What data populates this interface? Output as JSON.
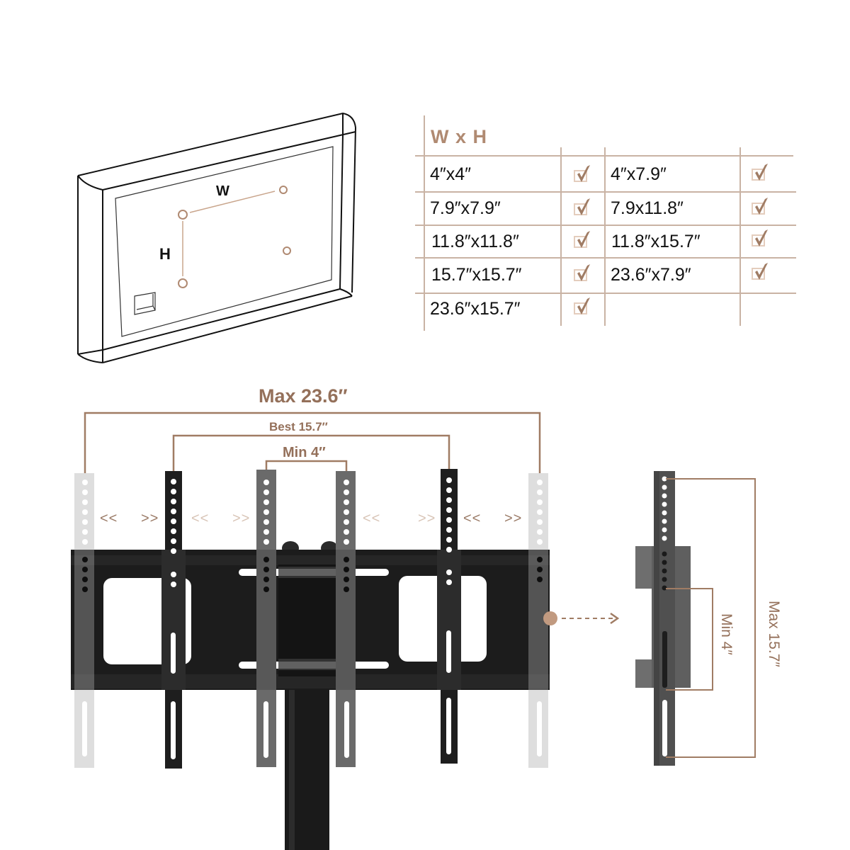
{
  "tv_diagram": {
    "width_label": "W",
    "height_label": "H"
  },
  "vesa_table": {
    "title": "W x H",
    "rows": [
      {
        "left": "4″x4″",
        "left_checked": true,
        "right": "4″x7.9″",
        "right_checked": true
      },
      {
        "left": "7.9″x7.9″",
        "left_checked": true,
        "right": "7.9x11.8″",
        "right_checked": true
      },
      {
        "left": "11.8″x11.8″",
        "left_checked": true,
        "right": "11.8″x15.7″",
        "right_checked": true
      },
      {
        "left": "15.7″x15.7″",
        "left_checked": true,
        "right": "23.6″x7.9″",
        "right_checked": true
      },
      {
        "left": "23.6″x15.7″",
        "left_checked": true,
        "right": "",
        "right_checked": false
      }
    ]
  },
  "bracket_front": {
    "max_label": "Max 23.6″",
    "best_label": "Best 15.7″",
    "min_label": "Min 4″",
    "arrow_left": "<<",
    "arrow_right": ">>"
  },
  "bracket_side": {
    "max_label": "Max 15.7″",
    "min_label": "Min 4″"
  },
  "colors": {
    "accent": "#a07c64",
    "accent_light": "#d8c4b6",
    "table_line": "#c9b3a4",
    "bracket_dark": "#1e1e1e",
    "bracket_mid": "#6b6b6b",
    "bracket_light": "#dcdcdc"
  }
}
